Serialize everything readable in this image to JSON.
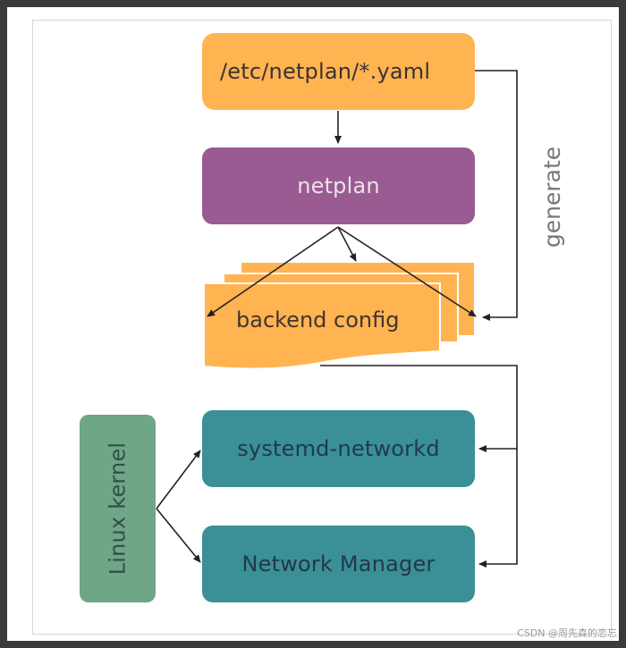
{
  "diagram": {
    "yaml_label": "/etc/netplan/*.yaml",
    "netplan_label": "netplan",
    "backend_label": "backend config",
    "generate_label": "generate",
    "networkd_label": "systemd-networkd",
    "network_manager_label": "Network Manager",
    "kernel_label": "Linux kernel"
  },
  "watermark": "CSDN @周先森的恋忘",
  "colors": {
    "yaml_box": "#ffb451",
    "netplan_box": "#9a5b92",
    "backend_pages": "#ffb451",
    "service_boxes": "#3b8f97",
    "kernel_box": "#6ea687",
    "arrows": "#222222"
  }
}
